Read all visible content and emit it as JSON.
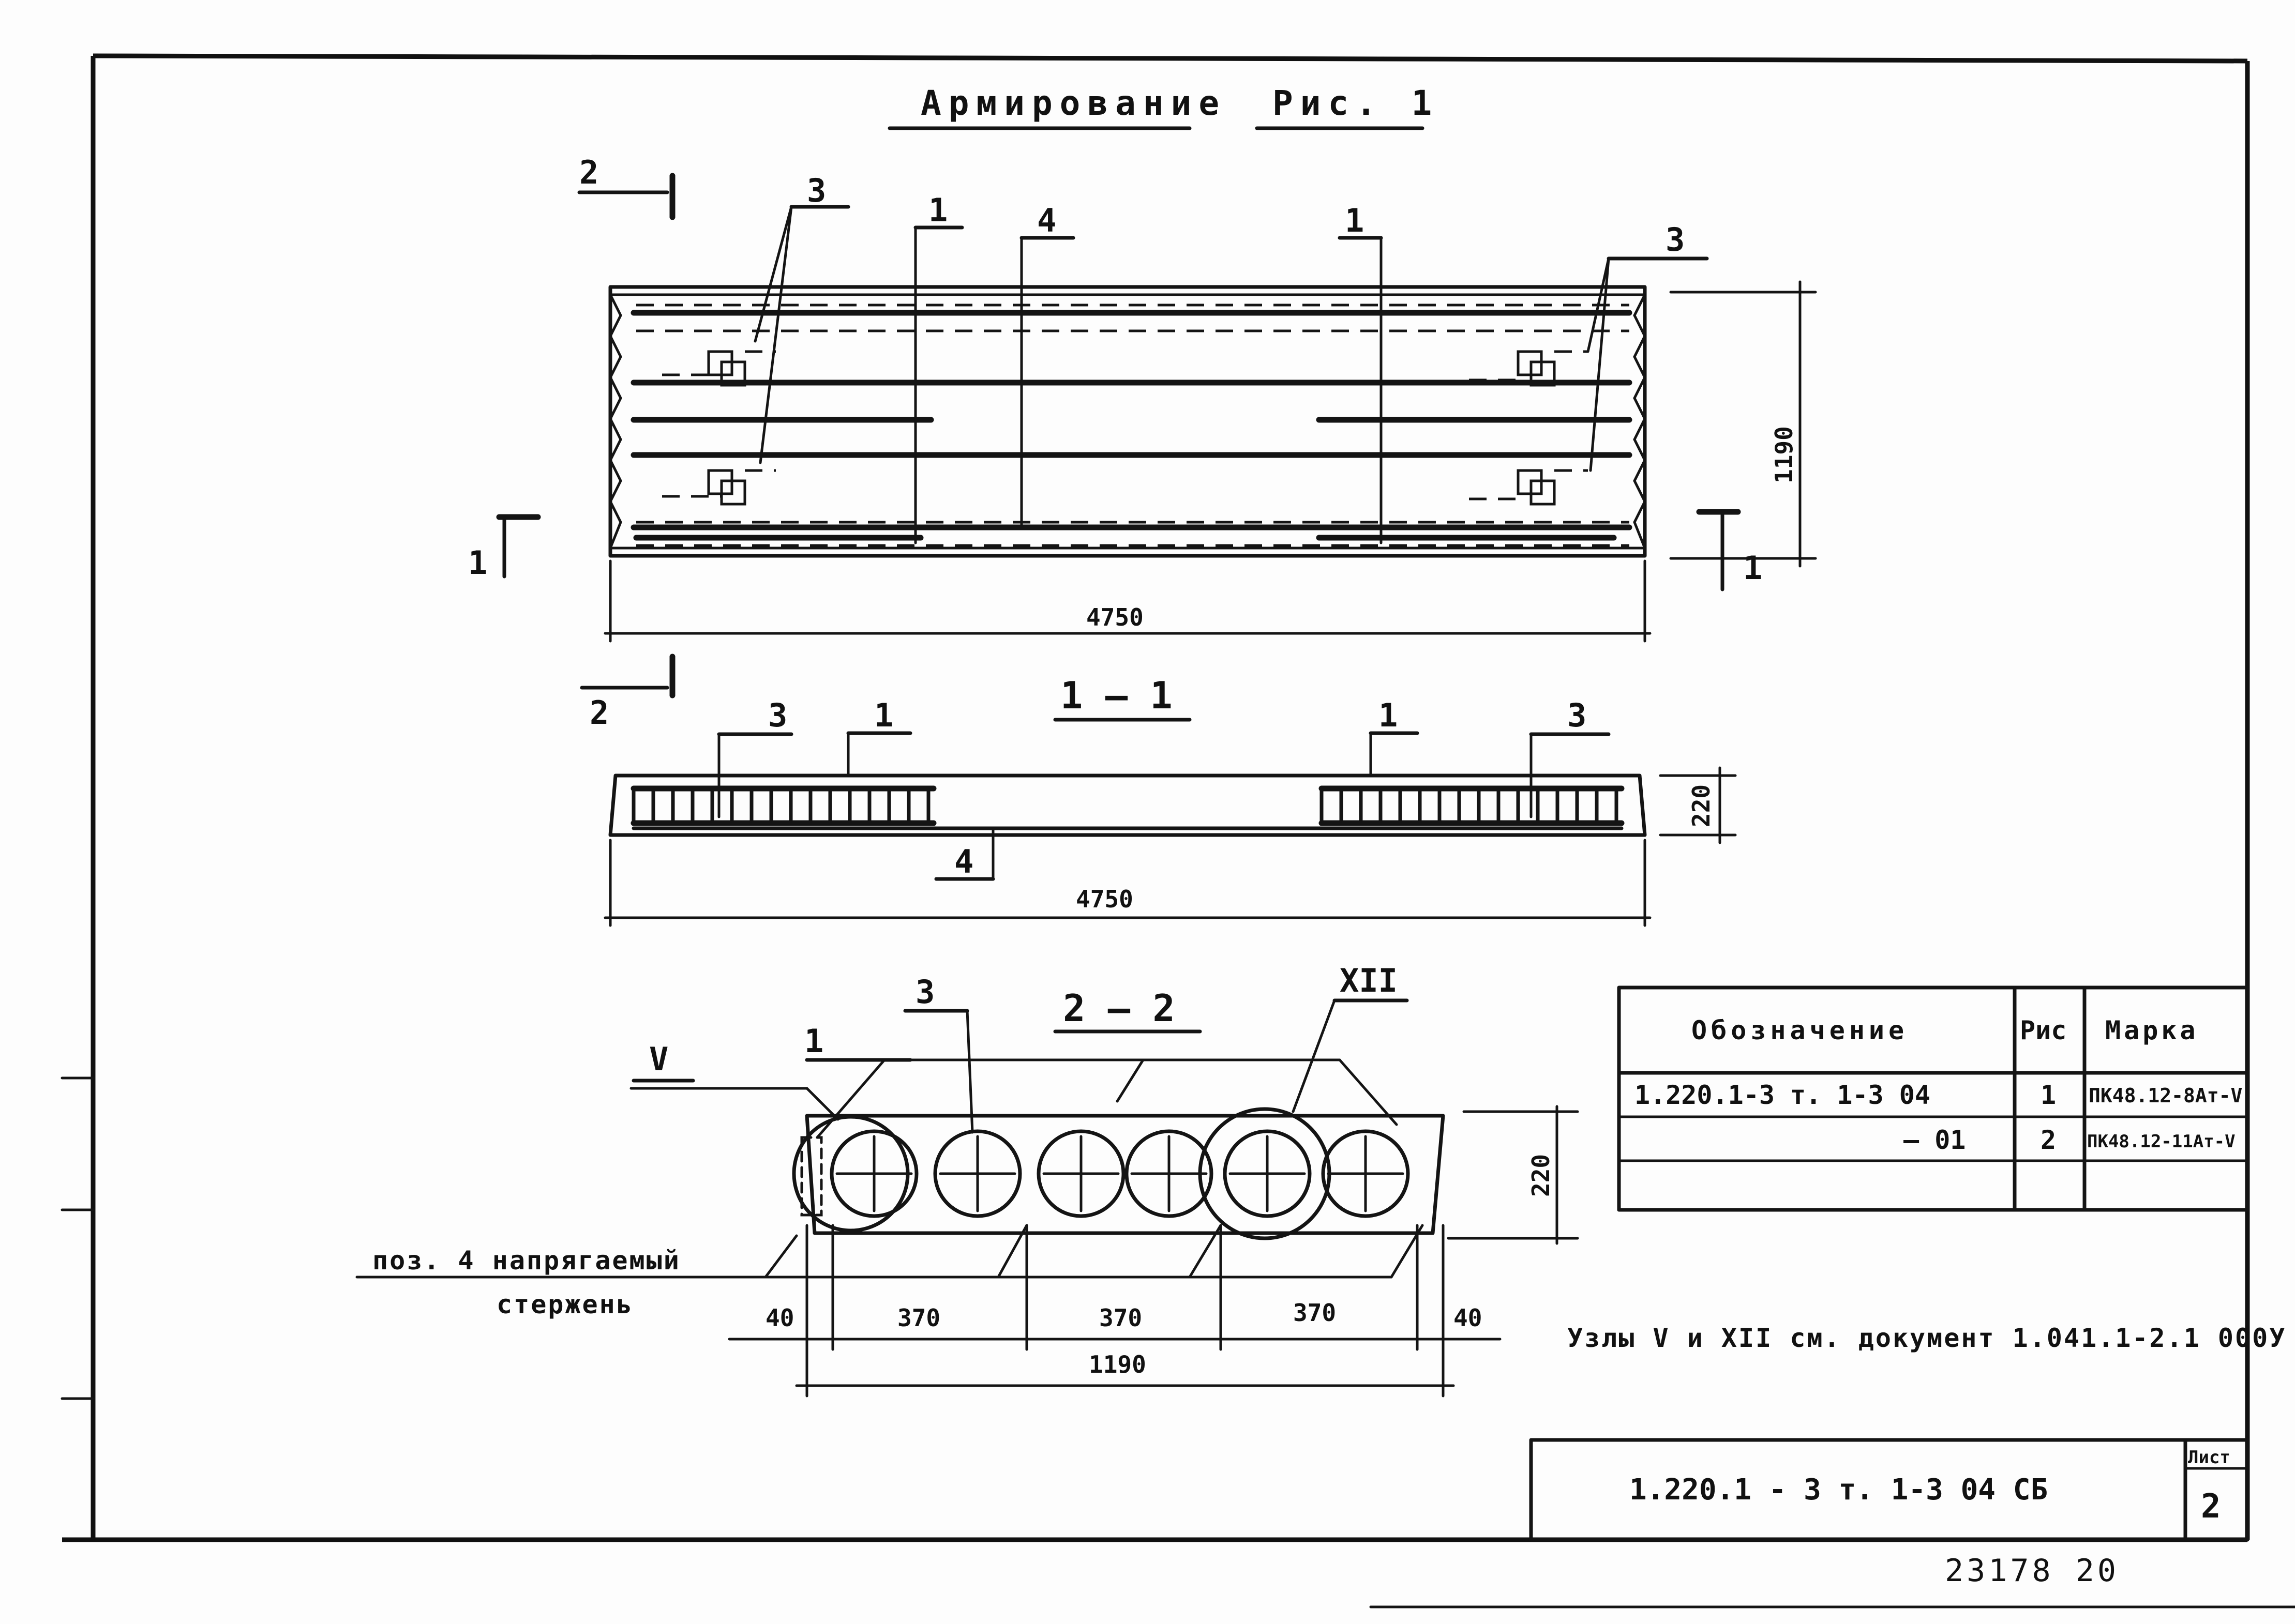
{
  "title": {
    "part1": "Армирование",
    "part2": "Рис. 1"
  },
  "plan": {
    "dim_length": "4750",
    "dim_width": "1190"
  },
  "section_1_1": {
    "title": "1 — 1",
    "dim_length": "4750",
    "dim_height": "220"
  },
  "section_2_2": {
    "title": "2 — 2",
    "node_v": "V",
    "node_xii": "XII",
    "dim_height": "220",
    "dims": [
      "40",
      "370",
      "370",
      "370",
      "40"
    ],
    "dim_total": "1190",
    "note_line1": "поз. 4  напрягаемый",
    "note_line2": "стержень"
  },
  "callouts": {
    "one": "1",
    "two": "2",
    "three": "3",
    "four": "4"
  },
  "table": {
    "headers": [
      "Обозначение",
      "Рис",
      "Марка"
    ],
    "rows": [
      [
        "1.220.1-3 т. 1-3  04",
        "1",
        "ПК48.12-8Ат-V"
      ],
      [
        "— 01",
        "2",
        "ПК48.12-11Ат-V"
      ],
      [
        "",
        "",
        ""
      ]
    ]
  },
  "reference_note": "Узлы V и XII см. документ 1.041.1-2.1 000У",
  "stamp": {
    "code": "1.220.1 - 3 т. 1-3   04 СБ",
    "sheet_label": "Лист",
    "sheet_number": "2"
  },
  "archive_number": "23178  20"
}
